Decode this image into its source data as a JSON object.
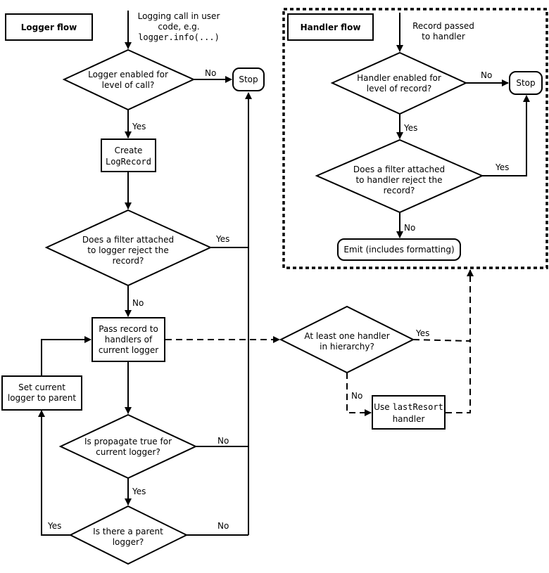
{
  "logger_flow": {
    "title": "Logger flow",
    "start_note": [
      "Logging call in user",
      "code, e.g."
    ],
    "start_note_code": "logger.info(...)",
    "d_enabled": [
      "Logger enabled for",
      "level of call?"
    ],
    "stop": "Stop",
    "create_label": "Create",
    "create_code": "LogRecord",
    "d_filter": [
      "Does a filter attached",
      "to logger reject the",
      "record?"
    ],
    "pass_record": [
      "Pass record to",
      "handlers of",
      "current logger"
    ],
    "set_parent": [
      "Set current",
      "logger to parent"
    ],
    "d_propagate": [
      "Is propagate true for",
      "current logger?"
    ],
    "d_parent": [
      "Is there a parent",
      "logger?"
    ]
  },
  "handler_flow": {
    "title": "Handler flow",
    "start_note": [
      "Record passed",
      "to handler"
    ],
    "d_enabled": [
      "Handler enabled for",
      "level of record?"
    ],
    "stop": "Stop",
    "d_filter": [
      "Does a filter attached",
      "to handler reject the",
      "record?"
    ],
    "emit": "Emit (includes formatting)"
  },
  "hierarchy": {
    "d_handler": [
      "At least one handler",
      "in hierarchy?"
    ],
    "last_resort_prefix": "Use",
    "last_resort_code": "lastResort",
    "last_resort_suffix": "handler"
  },
  "labels": {
    "yes": "Yes",
    "no": "No"
  }
}
